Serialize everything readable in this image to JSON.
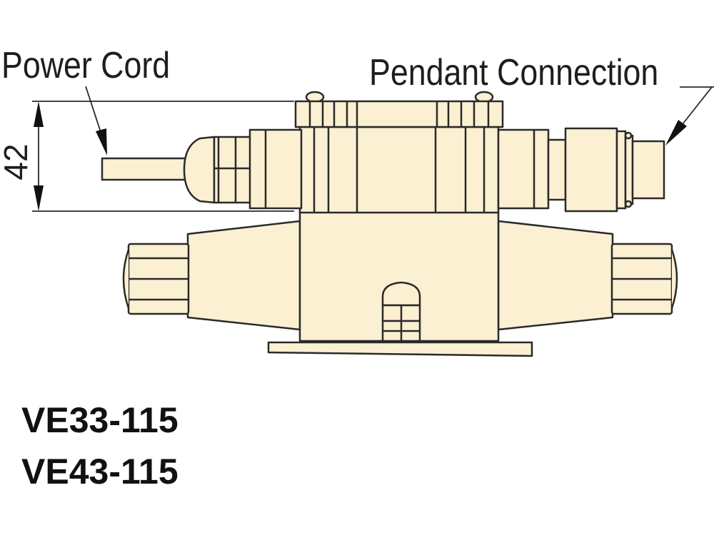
{
  "labels": {
    "power_cord": "Power Cord",
    "pendant_connection": "Pendant Connection",
    "dimension": "42"
  },
  "models": [
    "VE33-115",
    "VE43-115"
  ],
  "colors": {
    "body_fill": "#fbf0d2",
    "outline": "#2a2a2a",
    "text": "#111111",
    "background": "#ffffff"
  }
}
